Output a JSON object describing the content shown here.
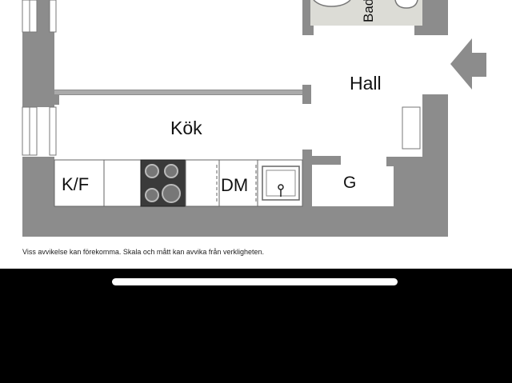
{
  "floorplan": {
    "rooms": {
      "bathroom": "Bad",
      "hall": "Hall",
      "kitchen": "Kök",
      "fridge_freezer": "K/F",
      "dishwasher": "DM",
      "wardrobe": "G"
    },
    "icons": {
      "entrance": "entrance-arrow-icon",
      "stove": "stove-icon",
      "sink": "sink-icon",
      "toilet": "toilet-icon"
    },
    "colors": {
      "wall": "#8c8c8c",
      "wall_dark": "#555555",
      "floor": "#ffffff",
      "bathroom_floor": "#dcdcd6",
      "stove": "#3a3a3a"
    }
  },
  "disclaimer": "Viss avvikelse kan förekomma. Skala och mått kan avvika från  verkligheten.",
  "device": {
    "home_indicator": "home-indicator"
  }
}
